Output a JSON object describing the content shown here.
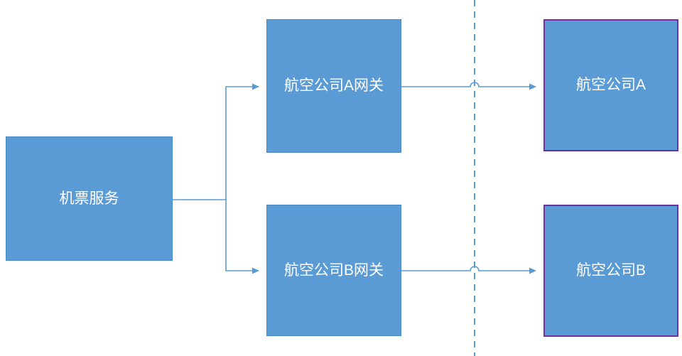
{
  "diagram": {
    "nodes": {
      "ticket_service": {
        "label": "机票服务"
      },
      "gateway_a": {
        "label": "航空公司A网关"
      },
      "gateway_b": {
        "label": "航空公司B网关"
      },
      "airline_a": {
        "label": "航空公司A"
      },
      "airline_b": {
        "label": "航空公司B"
      }
    },
    "colors": {
      "node_fill": "#5b9bd5",
      "node_border": "#4a89c7",
      "external_node_border": "#7030a0",
      "connector": "#5b9bd5",
      "boundary_dashed_line": "#5b9bd5",
      "label_text": "#ffffff",
      "background": "#ffffff"
    }
  }
}
